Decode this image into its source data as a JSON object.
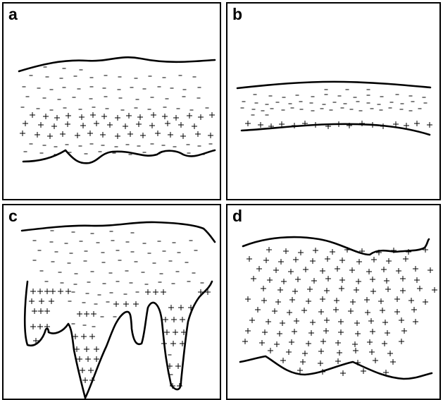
{
  "figure": {
    "panels": [
      {
        "id": "a",
        "label": "a"
      },
      {
        "id": "b",
        "label": "b"
      },
      {
        "id": "c",
        "label": "c"
      },
      {
        "id": "d",
        "label": "d"
      }
    ],
    "marks": {
      "plus": "+",
      "minus": "-"
    },
    "colors": {
      "line": "#000000",
      "background": "#ffffff"
    }
  }
}
